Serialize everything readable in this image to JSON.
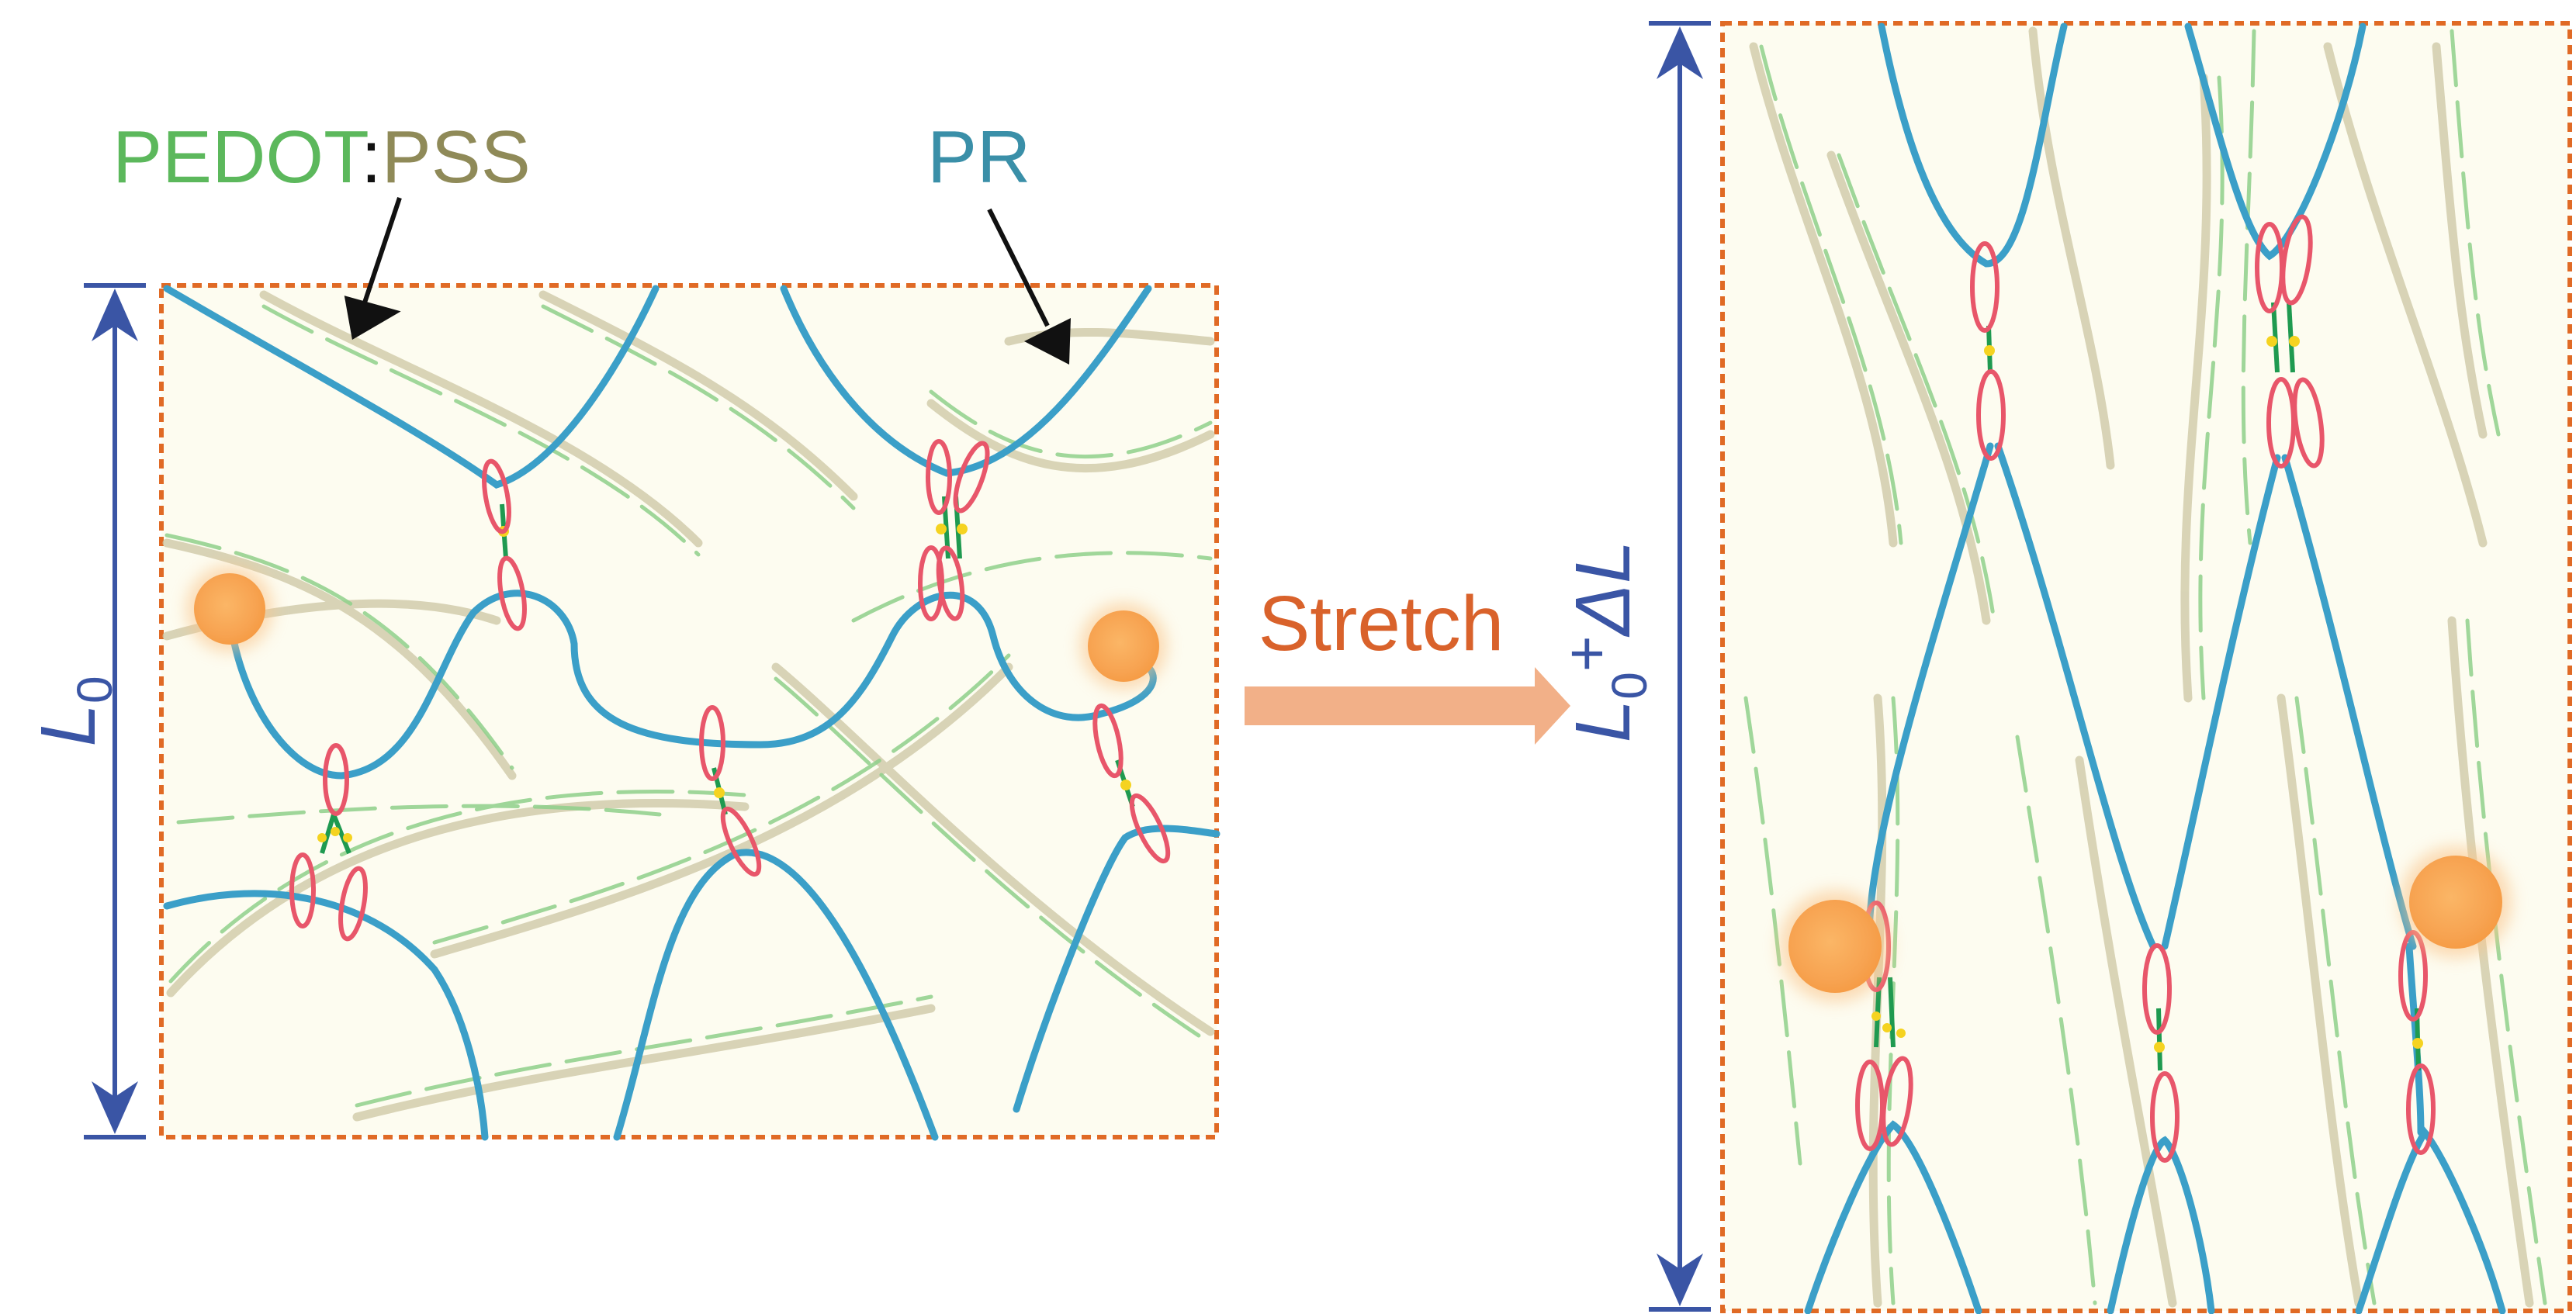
{
  "labels": {
    "pedot": "PEDOT",
    "colon": ":",
    "pss": "PSS",
    "pr": "PR",
    "stretch": "Stretch",
    "l_symbol": "L",
    "l_subscript": "0",
    "plus": "+",
    "delta_l": "ΔL"
  },
  "colors": {
    "pedot_green": "#5cb85c",
    "pss_olive": "#8f8a58",
    "pr_blue": "#3a8fa8",
    "chain_blue": "#3b9fc8",
    "stretch_orange": "#d9622b",
    "arrow_peach": "#f2b088",
    "frame_orange": "#e06a25",
    "dimension_blue": "#3a55a5",
    "ring_red": "#e8566a",
    "bond_yellow": "#f5d320",
    "particle_orange": "#f7a351",
    "background_cream": "#fdfcf0"
  }
}
